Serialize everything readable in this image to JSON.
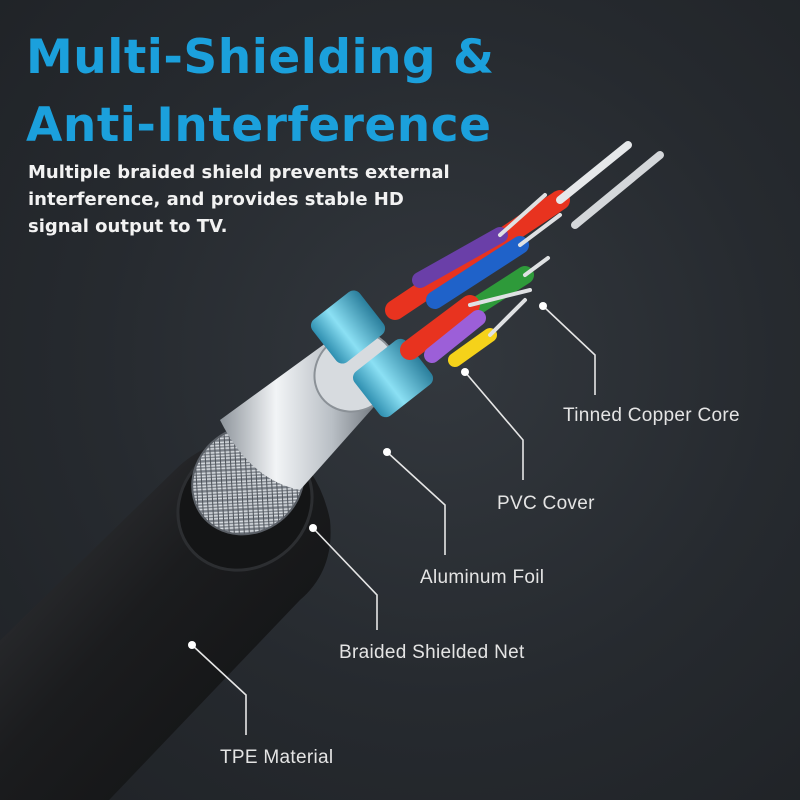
{
  "title": {
    "line1": "Multi-Shielding &",
    "line2": "Anti-Interference"
  },
  "description": {
    "line1": "Multiple braided shield prevents external",
    "line2": "interference, and provides stable HD",
    "line3": "signal output to TV."
  },
  "callouts": [
    {
      "label": "Tinned Copper Core"
    },
    {
      "label": "PVC Cover"
    },
    {
      "label": "Aluminum Foil"
    },
    {
      "label": "Braided Shielded Net"
    },
    {
      "label": "TPE Material"
    }
  ],
  "colors": {
    "title": "#1ba0dc",
    "background": "#25292e",
    "text": "#f2f2f2",
    "jacket": "#1c1c1e",
    "foil": "#cfd3d8",
    "inner_shield": "#5fc4e0"
  },
  "wire_colors": [
    "#e8331f",
    "#6a3fa8",
    "#1f62c9",
    "#2e9a3a",
    "#f5d21a",
    "#c63ac6"
  ]
}
